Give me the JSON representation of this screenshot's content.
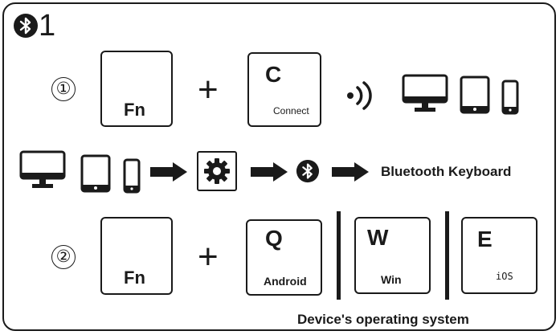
{
  "header": {
    "step_number": "1"
  },
  "step1": {
    "marker": "①",
    "key_fn": "Fn",
    "plus": "+",
    "key_c": {
      "main": "C",
      "sub": "Connect"
    }
  },
  "flow": {
    "target_label": "Bluetooth Keyboard"
  },
  "step2": {
    "marker": "②",
    "key_fn": "Fn",
    "plus": "+",
    "keys": [
      {
        "main": "Q",
        "sub": "Android"
      },
      {
        "main": "W",
        "sub": "Win"
      },
      {
        "main": "E",
        "sub": "iOS"
      }
    ],
    "caption": "Device's operating system"
  },
  "icons": {
    "header": "bluetooth-icon",
    "signal": "signal-waves-icon",
    "devices": [
      "monitor-icon",
      "tablet-icon",
      "phone-icon"
    ],
    "settings": "gear-icon",
    "arrow": "arrow-right-icon"
  },
  "colors": {
    "ink": "#1a1a1a",
    "background": "#ffffff"
  }
}
